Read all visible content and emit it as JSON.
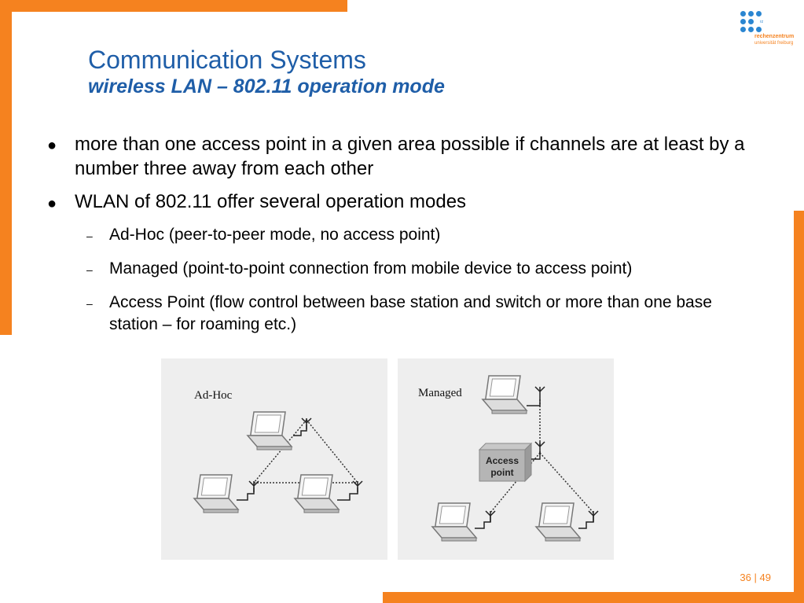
{
  "slide": {
    "title": "Communication Systems",
    "subtitle": "wireless LAN  – 802.11 operation mode"
  },
  "logo": {
    "line1": "rechenzentrum",
    "line2": "universität freiburg",
    "mark": "rz"
  },
  "bullets": [
    {
      "text": "more than one access point in a given area possible if channels are at least by a number three away from each other"
    },
    {
      "text": "WLAN of 802.11 offer several operation modes"
    }
  ],
  "subbullets": [
    {
      "text": "Ad-Hoc (peer-to-peer mode, no access point)"
    },
    {
      "text": "Managed (point-to-point connection from mobile device to access point)"
    },
    {
      "text": "Access Point (flow control between base station and switch or more than one base station – for roaming etc.)"
    }
  ],
  "figures": {
    "adhoc_label": "Ad-Hoc",
    "managed_label": "Managed",
    "ap_line1": "Access",
    "ap_line2": "point"
  },
  "pager": {
    "current": "36",
    "separator": "|",
    "total": "49"
  },
  "colors": {
    "accent": "#f5821f",
    "title": "#1f5ea8",
    "logo_blue": "#2b86d1"
  }
}
